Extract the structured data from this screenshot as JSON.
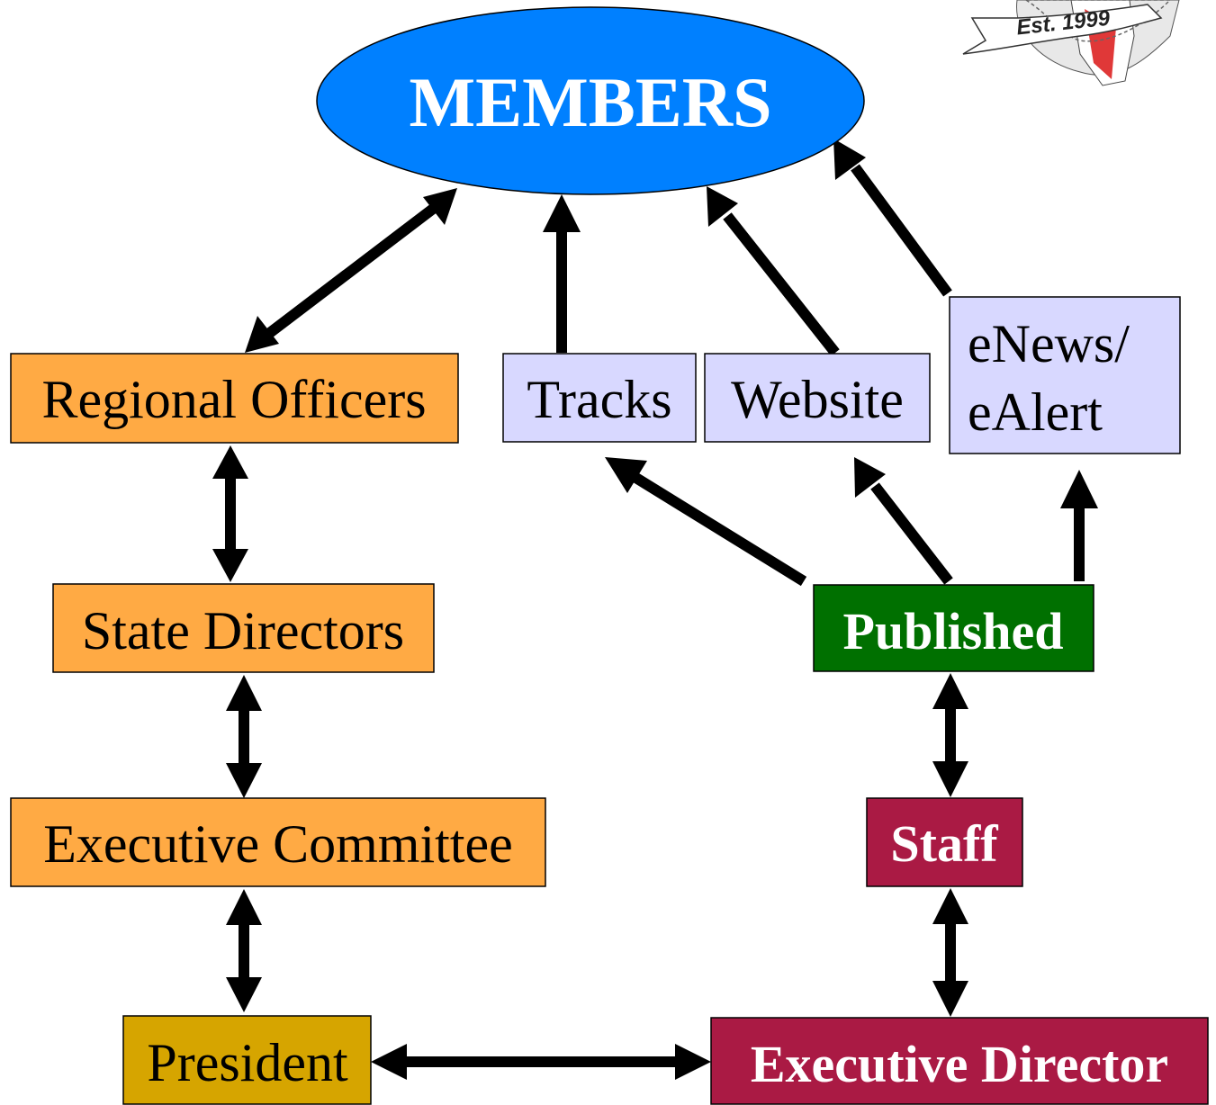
{
  "nodes": {
    "members": {
      "label": "MEMBERS",
      "color": "#0080ff",
      "text_color": "#ffffff"
    },
    "regional_officers": {
      "label": "Regional Officers",
      "color": "#ffaa44",
      "text_color": "#000000"
    },
    "state_directors": {
      "label": "State Directors",
      "color": "#ffaa44",
      "text_color": "#000000"
    },
    "executive_committee": {
      "label": "Executive Committee",
      "color": "#ffaa44",
      "text_color": "#000000"
    },
    "president": {
      "label": "President",
      "color": "#d6a500",
      "text_color": "#000000"
    },
    "tracks": {
      "label": "Tracks",
      "color": "#d8d8ff",
      "text_color": "#000000"
    },
    "website": {
      "label": "Website",
      "color": "#d8d8ff",
      "text_color": "#000000"
    },
    "enews": {
      "label_line1": "eNews/",
      "label_line2": "eAlert",
      "color": "#d8d8ff",
      "text_color": "#000000"
    },
    "published": {
      "label": "Published",
      "color": "#007000",
      "text_color": "#ffffff"
    },
    "staff": {
      "label": "Staff",
      "color": "#aa1a44",
      "text_color": "#ffffff"
    },
    "executive_director": {
      "label": "Executive Director",
      "color": "#aa1a44",
      "text_color": "#ffffff"
    }
  },
  "logo": {
    "text": "Est. 1999"
  },
  "edges": [
    {
      "from": "regional_officers",
      "to": "members",
      "direction": "both"
    },
    {
      "from": "tracks",
      "to": "members",
      "direction": "forward"
    },
    {
      "from": "website",
      "to": "members",
      "direction": "forward"
    },
    {
      "from": "enews",
      "to": "members",
      "direction": "forward"
    },
    {
      "from": "regional_officers",
      "to": "state_directors",
      "direction": "both"
    },
    {
      "from": "state_directors",
      "to": "executive_committee",
      "direction": "both"
    },
    {
      "from": "executive_committee",
      "to": "president",
      "direction": "both"
    },
    {
      "from": "president",
      "to": "executive_director",
      "direction": "both"
    },
    {
      "from": "executive_director",
      "to": "staff",
      "direction": "both"
    },
    {
      "from": "staff",
      "to": "published",
      "direction": "both"
    },
    {
      "from": "published",
      "to": "tracks",
      "direction": "forward"
    },
    {
      "from": "published",
      "to": "website",
      "direction": "forward"
    },
    {
      "from": "published",
      "to": "enews",
      "direction": "forward"
    }
  ]
}
